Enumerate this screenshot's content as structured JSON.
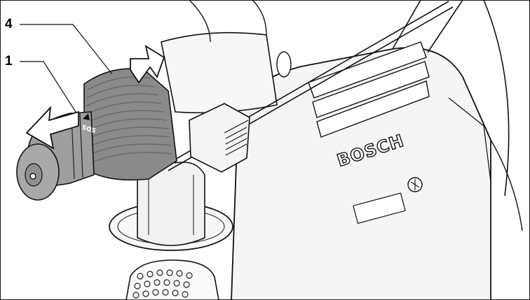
{
  "callouts": {
    "four": "4",
    "one": "1"
  },
  "markings": {
    "brand": "BOSCH",
    "chuck_text": "SDS"
  },
  "colors": {
    "outline": "#111111",
    "body": "#f4f4f4",
    "chuck_dark": "#7d7d7d",
    "chuck_mid": "#9a9a9a",
    "tip": "#a6a6a6",
    "arrow_fill": "#ffffff"
  }
}
